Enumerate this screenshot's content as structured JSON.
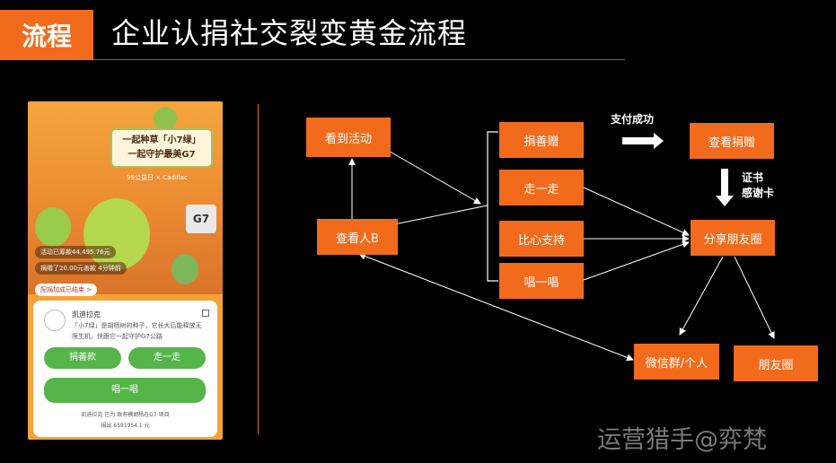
{
  "header": {
    "tag": "流程",
    "title": "企业认捐社交裂变黄金流程"
  },
  "phone": {
    "sign_line1": "一起种草「小7绿」",
    "sign_line2": "一起守护最美G7",
    "brand": "99公益日 × Cadillac",
    "g7": "G7",
    "stat1": "活动已筹款44,495.76元",
    "stat2": "捐赠了20.00元善款 4分钟前",
    "stat3": "配捐加成已结束 >",
    "card_name": "凯迪拉克",
    "card_desc": "「小7绿」是胡杨树的种子，它长大后能释放无限生机，快跟它一起守护G7公路",
    "btn_donate": "捐善款",
    "btn_walk": "走一走",
    "btn_sing": "唱一唱",
    "foot1": "凯迪拉克 已为 致有模胡杨在G7 项目",
    "foot2": "捐出 6591954.1 元"
  },
  "flow": {
    "see_activity": "看到活动",
    "see_b": "查看人B",
    "donate": "捐善赠",
    "walk": "走一走",
    "heart": "比心支持",
    "sing": "唱一唱",
    "view_donation": "查看捐赠",
    "share": "分享朋友圈",
    "wechat": "微信群/个人",
    "moments": "朋友圈",
    "pay_success": "支付成功",
    "cert_line1": "证书",
    "cert_line2": "感谢卡"
  },
  "watermark": "运营猎手@弈梵"
}
